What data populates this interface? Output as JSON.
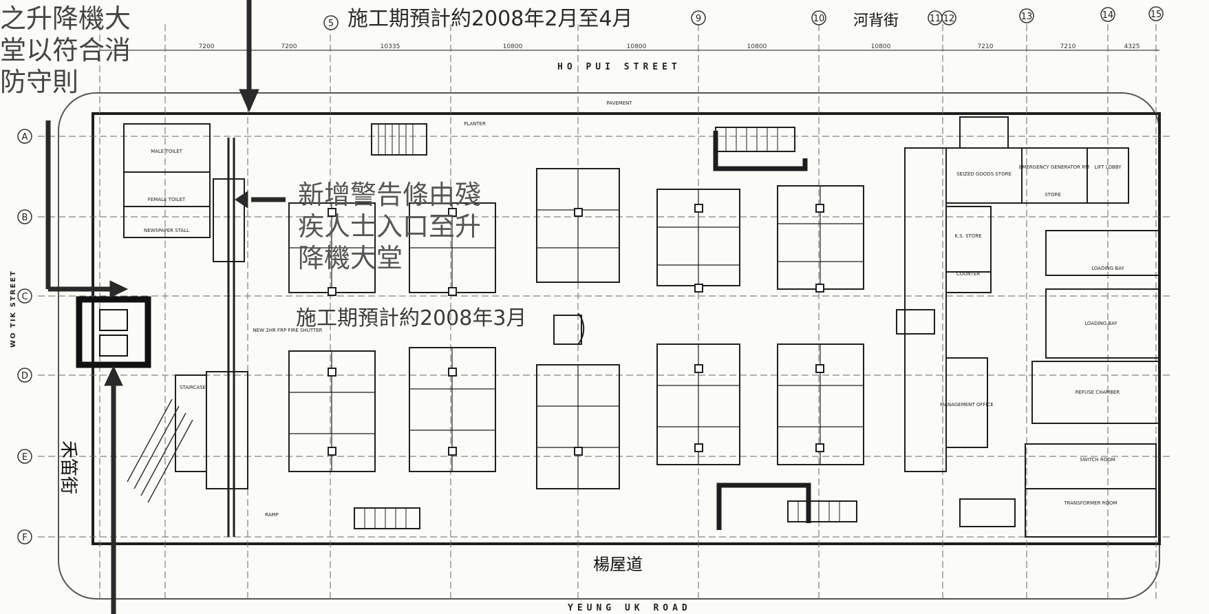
{
  "notes": {
    "top_left_lines": [
      "之升降機大",
      "堂以符合消",
      "防守則"
    ],
    "top_schedule": "施工期預計約2008年2月至4月",
    "mid_lines": [
      "新增警告條由殘",
      "疾人士入口至升",
      "降機大堂"
    ],
    "mid_schedule": "施工期預計約2008年3月"
  },
  "streets": {
    "north_en": "HO PUI STREET",
    "north_cn": "河背街",
    "south_en": "YEUNG UK ROAD",
    "south_cn": "楊屋道",
    "west_en": "WO TIK STREET",
    "west_cn": "禾笛街"
  },
  "grid": {
    "columns": [
      "5",
      "9",
      "10",
      "11",
      "12",
      "13",
      "14",
      "15"
    ],
    "rows": [
      "A",
      "B",
      "C",
      "D",
      "E",
      "F"
    ]
  },
  "dimensions": [
    "7200",
    "7200",
    "10335",
    "10800",
    "10800",
    "10800",
    "10800",
    "7210",
    "7210",
    "4325"
  ],
  "room_labels": {
    "male_toilet": "MALE TOILET",
    "female_toilet": "FEMALE TOILET",
    "newspaper_stall": "NEWSPAPER STALL",
    "fire_shutter": "NEW 2HR FRP FIRE SHUTTER",
    "staircase": "STAIRCASE",
    "ramp": "RAMP",
    "pavement": "PAVEMENT",
    "planter": "PLANTER",
    "seized_goods_store": "SEIZED GOODS STORE",
    "emergency_generator": "EMERGENCY GENERATOR RM",
    "lift_lobby": "LIFT LOBBY",
    "store": "STORE",
    "loading_bay": "LOADING BAY",
    "refuse_chamber": "REFUSE CHAMBER",
    "switch_room": "SWITCH ROOM",
    "management_office": "MANAGEMENT OFFICE",
    "counter": "COUNTER",
    "ks_store": "K.S. STORE",
    "transformer_room": "TRANSFORMER ROOM"
  },
  "colors": {
    "ink": "#1e1e1e",
    "line": "#555555",
    "paper": "#fbfbf7"
  }
}
